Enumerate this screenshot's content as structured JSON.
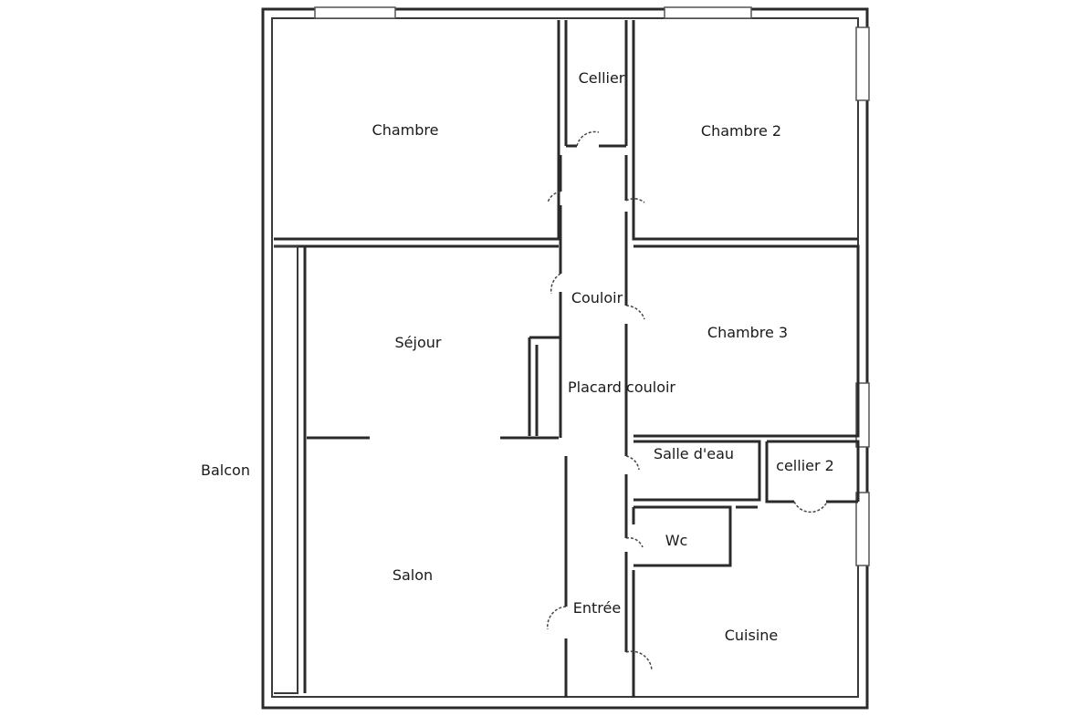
{
  "rooms": {
    "chambre": "Chambre",
    "cellier": "Cellier",
    "chambre_2": "Chambre 2",
    "couloir": "Couloir",
    "sejour": "Séjour",
    "chambre_3": "Chambre 3",
    "placard_couloir": "Placard couloir",
    "salle_deau": "Salle d'eau",
    "cellier_2": "cellier 2",
    "balcon": "Balcon",
    "wc": "Wc",
    "salon": "Salon",
    "entree": "Entrée",
    "cuisine": "Cuisine"
  }
}
